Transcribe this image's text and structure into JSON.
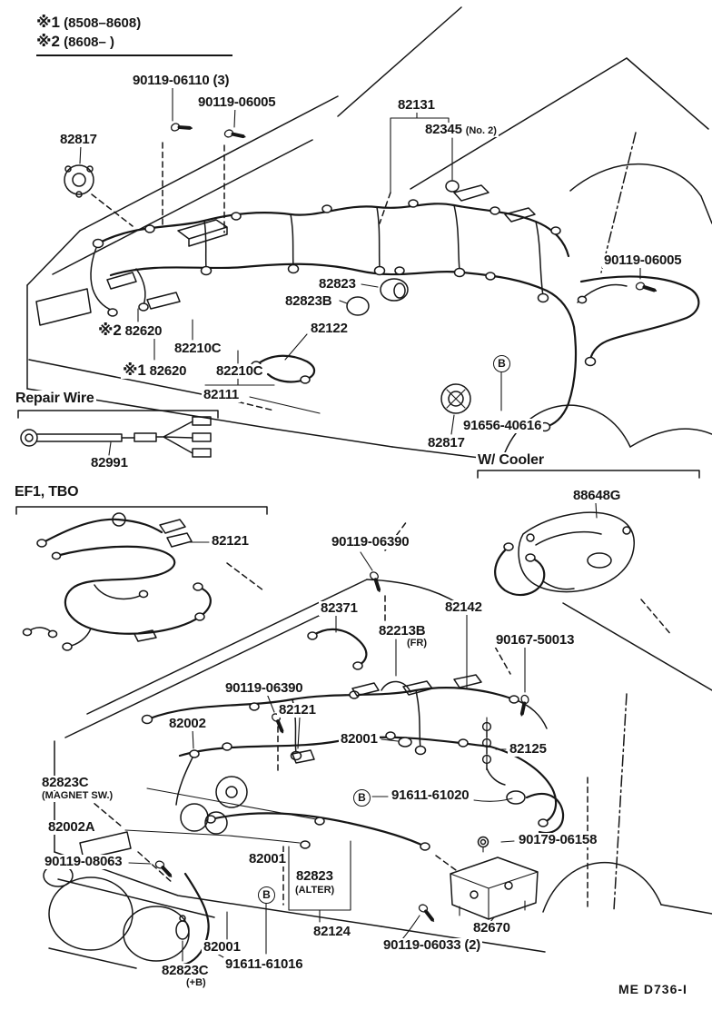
{
  "ink": "#161616",
  "paper": "#ffffff",
  "legend": {
    "mark1": "※1",
    "range1": "(8508–8608)",
    "mark2": "※2",
    "range2": "(8608–        )"
  },
  "sections": {
    "repair_wire": "Repair Wire",
    "ef1_tbo": "EF1, TBO",
    "w_cooler": "W/ Cooler"
  },
  "symbols": {
    "circled_b": "B"
  },
  "footer": {
    "code": "ME  D736-I"
  },
  "top": {
    "bolt_06110": "90119-06110 (3)",
    "bolt_06005_left": "90119-06005",
    "grommet_82817_left": "82817",
    "harness_82131": "82131",
    "connector_82345": "82345",
    "connector_82345_note": "(No. 2)",
    "bolt_06005_right": "90119-06005",
    "plug_82823": "82823",
    "plug_82823b": "82823B",
    "wire_82122": "82122",
    "mark_star2": "※2",
    "relay_82620_a": "82620",
    "bracket_82210c_a": "82210C",
    "mark_star1": "※1",
    "relay_82620_b": "82620",
    "bracket_82210c_b": "82210C",
    "wire_82111": "82111",
    "repair_wire_82991": "82991",
    "clamp_91656": "91656-40616",
    "grommet_82817_right": "82817",
    "cooler_88648g": "88648G",
    "ef1_82121": "82121"
  },
  "bottom": {
    "bolt_06390_upper": "90119-06390",
    "wire_82371": "82371",
    "wire_82142": "82142",
    "clamp_82213b": "82213B",
    "clamp_82213b_note": "(FR)",
    "bolt_50013": "90167-50013",
    "bolt_06390_lower": "90119-06390",
    "wire_82002": "82002",
    "wire_82121": "82121",
    "wire_82001_right": "82001",
    "clamp_82125": "82125",
    "terminal_82823c": "82823C",
    "terminal_82823c_note": "(MAGNET  SW.)",
    "clamp_61020": "91611-61020",
    "wire_82002a": "82002A",
    "bolt_08063": "90119-08063",
    "wire_82001_left": "82001",
    "terminal_82823_alter": "82823",
    "terminal_82823_alter_note": "(ALTER)",
    "nut_06158": "90179-06158",
    "wire_82124": "82124",
    "relay_82670": "82670",
    "bolt_06033": "90119-06033 (2)",
    "wire_82001_bottom": "82001",
    "clamp_61016": "91611-61016",
    "terminal_82823c_b": "82823C",
    "terminal_82823c_b_note": "(+B)"
  }
}
